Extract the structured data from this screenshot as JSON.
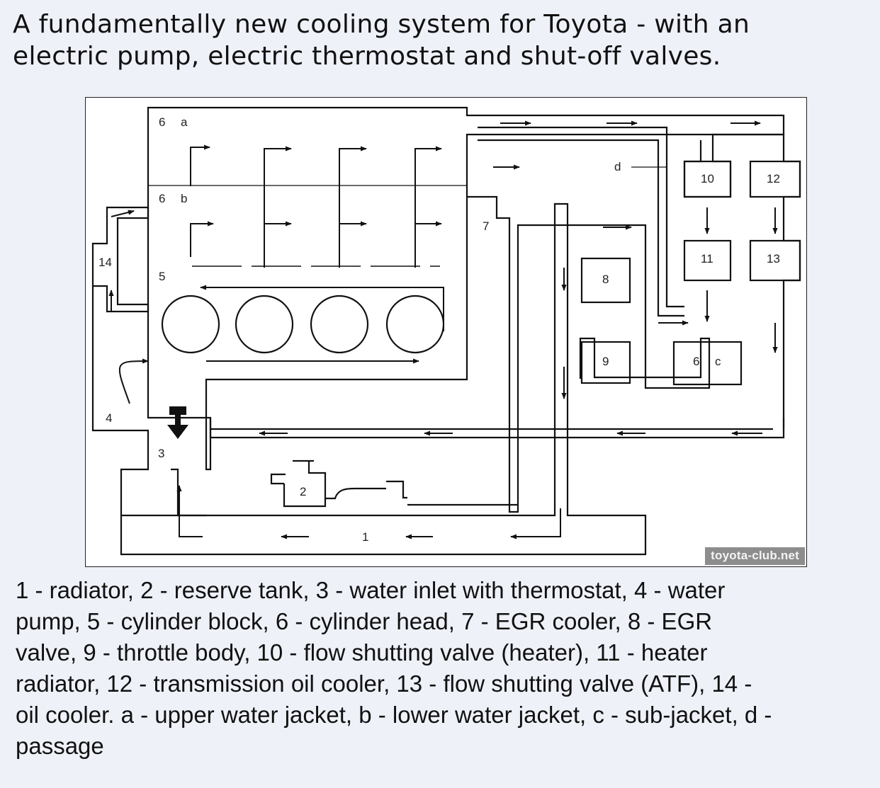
{
  "title": {
    "line1": "A fundamentally new cooling system for Toyota - with an",
    "line2": "electric pump, electric thermostat and shut-off valves."
  },
  "diagram": {
    "labels": {
      "n1": "1",
      "n2": "2",
      "n3": "3",
      "n4": "4",
      "n5": "5",
      "n6a_num": "6",
      "n6a_letter": "a",
      "n6b_num": "6",
      "n6b_letter": "b",
      "n6c_num": "6",
      "n6c_letter": "c",
      "n7": "7",
      "n8": "8",
      "n9": "9",
      "n10": "10",
      "n11": "11",
      "n12": "12",
      "n13": "13",
      "n14": "14",
      "d": "d"
    },
    "watermark": "toyota-club.net"
  },
  "legend": {
    "line1": "1 - radiator, 2 - reserve tank, 3 - water inlet with thermostat, 4 - water",
    "line2": "pump, 5 - cylinder block, 6 - cylinder head, 7 - EGR cooler, 8 - EGR",
    "line3": "valve, 9 - throttle body, 10 - flow shutting valve (heater), 11 - heater",
    "line4": "radiator, 12 - transmission oil cooler, 13 - flow shutting valve (ATF), 14 -",
    "line5": "oil cooler. a - upper water jacket, b - lower water jacket, c - sub-jacket, d -",
    "line6": "passage"
  }
}
